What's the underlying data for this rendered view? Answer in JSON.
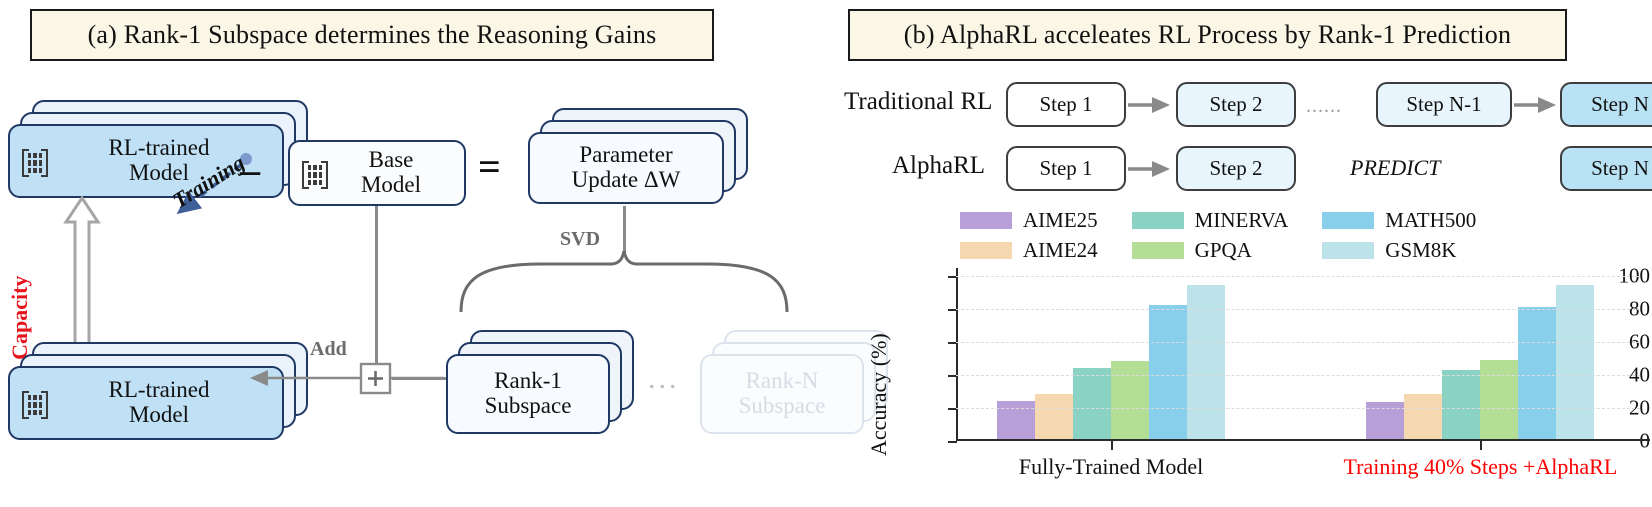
{
  "panel_a": {
    "title": "(a) Rank-1 Subspace determines the Reasoning Gains",
    "nodes": {
      "rl_trained_top": "RL-trained\nModel",
      "base_model": "Base\nModel",
      "parameter_update": "Parameter\nUpdate ΔW",
      "rl_trained_bottom": "RL-trained\nModel",
      "rank1": "Rank-1\nSubspace",
      "rankn": "Rank-N\nSubspace"
    },
    "operators": {
      "minus": "–",
      "equals": "=",
      "plus": "+"
    },
    "labels": {
      "training": "Training",
      "share_capacity": "Share Capacity",
      "svd": "SVD",
      "add": "Add",
      "ellipsis": "..."
    },
    "colors": {
      "share_capacity_red": "#E8141B",
      "card_border": "#1F3864",
      "card_fill_blue": "#BFE0F5",
      "card_fill_light": "#EAF3FC",
      "faded": "#DDE3EC"
    }
  },
  "panel_b": {
    "title": "(b) AlphaRL acceleates RL Process by Rank-1 Prediction",
    "flow": {
      "rows": [
        {
          "name": "Traditional RL",
          "steps": [
            {
              "label": "Step 1",
              "fill": "white"
            },
            {
              "label": "Step 2",
              "fill": "light"
            },
            {
              "label": "Step N-1",
              "fill": "light"
            },
            {
              "label": "Step N",
              "fill": "deep"
            }
          ],
          "separator": "......"
        },
        {
          "name": "AlphaRL",
          "steps": [
            {
              "label": "Step 1",
              "fill": "white"
            },
            {
              "label": "Step 2",
              "fill": "light"
            },
            {
              "label": "Step N",
              "fill": "deep"
            }
          ],
          "separator": "PREDICT"
        }
      ]
    },
    "legend": [
      {
        "label": "AIME25",
        "color": "#B79FD8"
      },
      {
        "label": "MINERVA",
        "color": "#8AD2C4"
      },
      {
        "label": "MATH500",
        "color": "#88CFEC"
      },
      {
        "label": "AIME24",
        "color": "#F6D8B0"
      },
      {
        "label": "GPQA",
        "color": "#B4DE95"
      },
      {
        "label": "GSM8K",
        "color": "#BCE2EA"
      }
    ]
  },
  "chart_data": {
    "type": "bar",
    "title": "",
    "xlabel": "",
    "ylabel": "Accuracy (%)",
    "ylim": [
      0,
      105
    ],
    "yticks": [
      0,
      20,
      40,
      60,
      80,
      100
    ],
    "grid": true,
    "legend_position": "above-plot",
    "categories": [
      "Fully-Trained Model",
      "Training 40% Steps +AlphaRL"
    ],
    "category_colors": [
      "#000000",
      "#FF0000"
    ],
    "series": [
      {
        "name": "AIME25",
        "color": "#B79FD8",
        "values": [
          24.5,
          23.8
        ]
      },
      {
        "name": "AIME24",
        "color": "#F6D8B0",
        "values": [
          28.5,
          28.3
        ]
      },
      {
        "name": "MINERVA",
        "color": "#8AD2C4",
        "values": [
          44.2,
          43.4
        ]
      },
      {
        "name": "GPQA",
        "color": "#B4DE95",
        "values": [
          48.4,
          49.3
        ]
      },
      {
        "name": "MATH500",
        "color": "#88CFEC",
        "values": [
          82.3,
          81.5
        ]
      },
      {
        "name": "GSM8K",
        "color": "#BCE2EA",
        "values": [
          94.8,
          94.6
        ]
      }
    ]
  }
}
